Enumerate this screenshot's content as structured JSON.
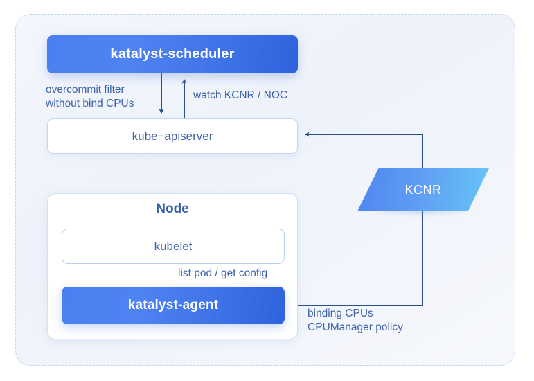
{
  "diagram": {
    "title_nodes": {
      "scheduler": "katalyst-scheduler",
      "apiserver": "kube−apiserver",
      "node_group": "Node",
      "kubelet": "kubelet",
      "agent": "katalyst-agent",
      "kcnr": "KCNR"
    },
    "edge_labels": {
      "overcommit": "overcommit filter\nwithout bind CPUs",
      "watch": "watch KCNR / NOC",
      "list_pod": "list pod / get config",
      "binding": "binding CPUs\nCPUManager policy"
    },
    "colors": {
      "accent_blue": "#4b80f0",
      "deep_blue": "#2f63dd",
      "cyan_blue": "#67c4f5",
      "text_blue": "#3e62aa",
      "title_blue": "#3761ab",
      "line_blue": "#2b4e8f",
      "frame_dash": "#c2d2f0",
      "canvas_bg": "#eef2fa"
    },
    "edges": [
      {
        "from": "katalyst-scheduler",
        "to": "kube−apiserver",
        "label": "overcommit filter without bind CPUs",
        "direction": "down"
      },
      {
        "from": "kube−apiserver",
        "to": "katalyst-scheduler",
        "label": "watch KCNR / NOC",
        "direction": "up"
      },
      {
        "from": "kubelet",
        "to": "katalyst-agent",
        "label": "list pod / get config",
        "direction": "down"
      },
      {
        "from": "katalyst-agent",
        "to": "kube−apiserver",
        "label": "binding CPUs CPUManager policy",
        "direction": "right-up-left",
        "passes_through": "KCNR"
      }
    ]
  }
}
